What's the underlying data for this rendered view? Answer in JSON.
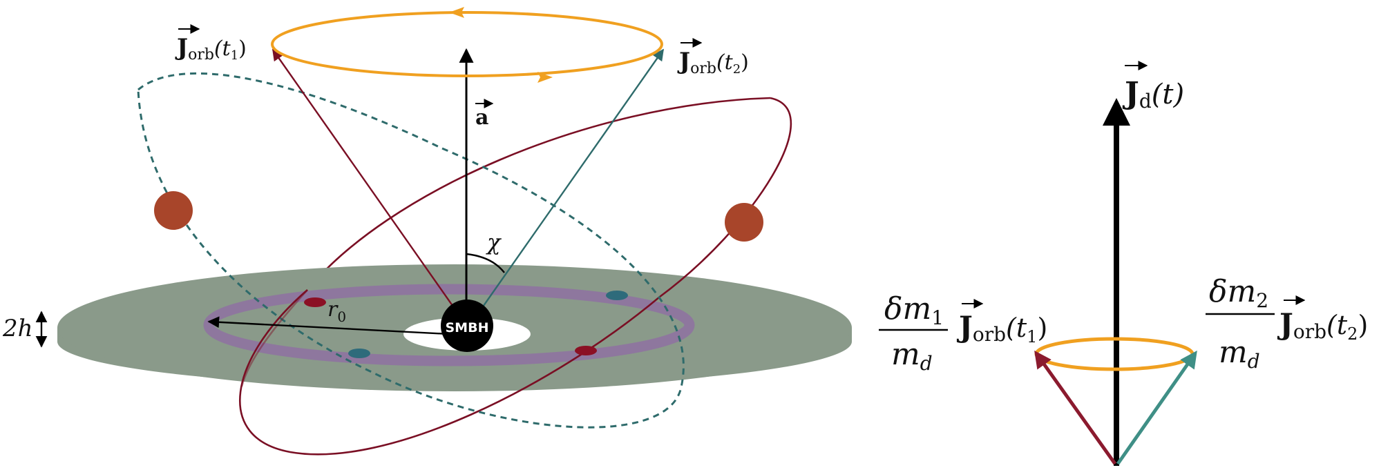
{
  "colors": {
    "disk": "#8a9a8a",
    "ring": "#8e779e",
    "orbit_red": "#7a0f24",
    "orbit_teal": "#2e6b6b",
    "precession": "#f0a020",
    "planet": "#a8452a",
    "vec_red": "#8b1a2e",
    "vec_teal": "#3f8f86"
  },
  "labels": {
    "smbh": "SMBH",
    "spin": "a",
    "angle": "χ",
    "radius": "r",
    "radius_sub": "0",
    "thickness": "2h",
    "J": "J",
    "orb": "orb",
    "d": "d",
    "t1_open": "(t",
    "t1_sub": "1",
    "t1_close": ")",
    "t2_open": "(t",
    "t2_sub": "2",
    "t2_close": ")",
    "disk_t": "(t)",
    "dm1": "δm",
    "dm1_sub": "1",
    "dm2": "δm",
    "dm2_sub": "2",
    "md": "m",
    "md_sub": "d"
  }
}
